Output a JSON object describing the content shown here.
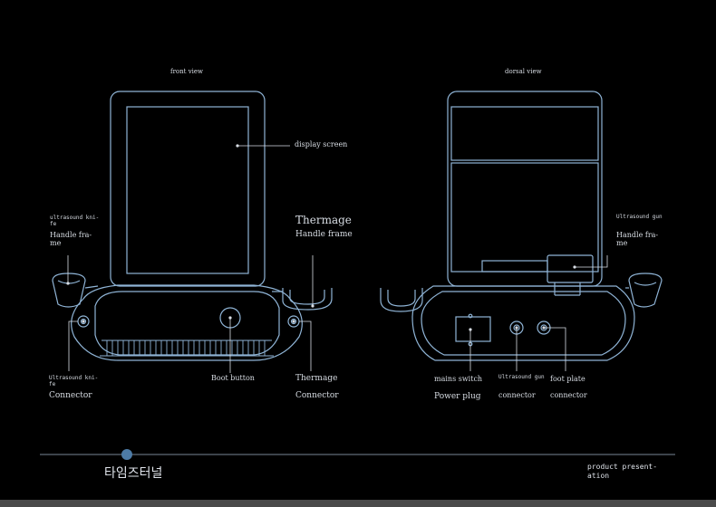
{
  "front": {
    "title": "front view",
    "display_screen": "display screen",
    "left_top_small": "ultrasound kni-\nfe",
    "left_top_big": "Handle fra-\nme",
    "thermage_title": "Thermage",
    "thermage_handle": "Handle frame",
    "left_bottom_small": "Ultrasound kni-\nfe",
    "left_bottom_big": "Connector",
    "boot_button": "Boot button",
    "thermage_conn_1": "Thermage",
    "thermage_conn_2": "Connector"
  },
  "dorsal": {
    "title": "dorsal view",
    "ugun_small": "Ultrasound gun",
    "handle_frame": "Handle fra-\nme",
    "mains_switch": "mains switch",
    "power_plug": "Power plug",
    "ugun_conn_small": "Ultrasound gun",
    "ugun_conn": "connector",
    "foot_plate": "foot plate",
    "foot_conn": "connector"
  },
  "footer": {
    "brand": "타임즈터널",
    "product": "product present-\nation"
  },
  "colors": {
    "line": "#8fb4d6",
    "accent": "#5b86b0",
    "text": "#d8dde4"
  }
}
